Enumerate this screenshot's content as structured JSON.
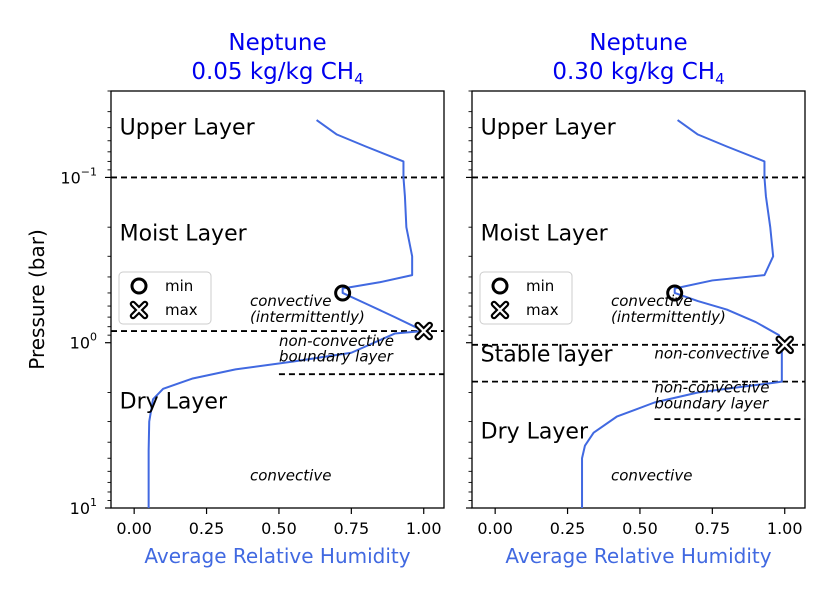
{
  "colors": {
    "title": "#0000ee",
    "curve": "#4169e1",
    "xlabel": "#4169e1",
    "frame": "#000000"
  },
  "chart_data": [
    {
      "type": "line",
      "title_line1": "Neptune",
      "title_line2_prefix": "0.05 kg/kg CH",
      "title_subscript": "4",
      "xlabel": "Average Relative Humidity",
      "ylabel": "Pressure (bar)",
      "xlim": [
        -0.08,
        1.07
      ],
      "ylim": [
        10,
        0.03
      ],
      "yscale": "log",
      "xticks": [
        0.0,
        0.25,
        0.5,
        0.75,
        1.0
      ],
      "xtick_labels": [
        "0.00",
        "0.25",
        "0.50",
        "0.75",
        "1.00"
      ],
      "yticks": [
        {
          "value": 0.1,
          "base": "10",
          "exp": "−1"
        },
        {
          "value": 1,
          "base": "10",
          "exp": "0"
        },
        {
          "value": 10,
          "base": "10",
          "exp": "1"
        }
      ],
      "series": [
        {
          "style": "solid",
          "x": [
            0.05,
            0.05,
            0.052,
            0.065,
            0.1,
            0.2,
            0.35,
            0.55,
            0.75,
            0.9,
            1.0,
            0.9,
            0.8,
            0.72,
            0.72,
            0.85,
            0.96,
            0.96,
            0.94,
            0.935,
            0.93,
            0.93,
            0.8,
            0.7,
            0.63
          ],
          "y": [
            10,
            4.5,
            3.0,
            2.2,
            1.9,
            1.65,
            1.45,
            1.3,
            1.15,
            0.88,
            0.85,
            0.7,
            0.58,
            0.5,
            0.47,
            0.43,
            0.39,
            0.3,
            0.2,
            0.13,
            0.1,
            0.08,
            0.065,
            0.055,
            0.045
          ]
        }
      ],
      "boundaries": [
        {
          "style": "dashed",
          "y": 0.1,
          "x": [
            -0.08,
            1.07
          ]
        },
        {
          "style": "dashed",
          "y": 0.85,
          "x": [
            -0.08,
            1.07
          ]
        },
        {
          "style": "dashed",
          "y": 1.55,
          "x": [
            0.5,
            1.07
          ]
        }
      ],
      "markers": [
        {
          "type": "min",
          "symbol": "circle",
          "x": 0.72,
          "y": 0.5
        },
        {
          "type": "max",
          "symbol": "cross",
          "x": 1.0,
          "y": 0.85
        }
      ],
      "legend": {
        "position": "middle-left",
        "entries": [
          "min",
          "max"
        ]
      },
      "annotations": [
        {
          "text": "Upper Layer",
          "kind": "layer",
          "x": -0.05,
          "y": 0.055
        },
        {
          "text": "Moist Layer",
          "kind": "layer",
          "x": -0.05,
          "y": 0.24
        },
        {
          "text": "Dry Layer",
          "kind": "layer",
          "x": -0.05,
          "y": 2.5
        },
        {
          "text": "convective",
          "kind": "note",
          "x": 0.4,
          "y": 0.6
        },
        {
          "text": "(intermittently)",
          "kind": "note",
          "x": 0.4,
          "y": 0.75
        },
        {
          "text": "non-convective",
          "kind": "note",
          "x": 0.5,
          "y": 1.05
        },
        {
          "text": "boundary layer",
          "kind": "note",
          "x": 0.5,
          "y": 1.3
        },
        {
          "text": "convective",
          "kind": "note",
          "x": 0.4,
          "y": 6.8
        }
      ]
    },
    {
      "type": "line",
      "title_line1": "Neptune",
      "title_line2_prefix": "0.30 kg/kg CH",
      "title_subscript": "4",
      "xlabel": "Average Relative Humidity",
      "ylabel": "",
      "xlim": [
        -0.08,
        1.07
      ],
      "ylim": [
        10,
        0.03
      ],
      "yscale": "log",
      "xticks": [
        0.0,
        0.25,
        0.5,
        0.75,
        1.0
      ],
      "xtick_labels": [
        "0.00",
        "0.25",
        "0.50",
        "0.75",
        "1.00"
      ],
      "yticks": [],
      "series": [
        {
          "style": "solid",
          "x": [
            0.3,
            0.3,
            0.31,
            0.34,
            0.42,
            0.55,
            0.7,
            0.85,
            0.96,
            0.99,
            0.99,
            0.98,
            0.9,
            0.8,
            0.7,
            0.62,
            0.62,
            0.75,
            0.93,
            0.96,
            0.95,
            0.935,
            0.93,
            0.93,
            0.8,
            0.7,
            0.63
          ],
          "y": [
            10,
            5.0,
            4.2,
            3.5,
            2.8,
            2.3,
            2.0,
            1.85,
            1.75,
            1.72,
            1.0,
            0.9,
            0.75,
            0.63,
            0.56,
            0.5,
            0.47,
            0.42,
            0.39,
            0.3,
            0.2,
            0.13,
            0.1,
            0.08,
            0.065,
            0.055,
            0.045
          ]
        }
      ],
      "boundaries": [
        {
          "style": "dashed",
          "y": 0.1,
          "x": [
            -0.08,
            1.07
          ]
        },
        {
          "style": "dashed",
          "y": 1.03,
          "x": [
            -0.08,
            1.07
          ]
        },
        {
          "style": "dashed",
          "y": 1.72,
          "x": [
            -0.08,
            1.07
          ]
        },
        {
          "style": "dashed",
          "y": 2.9,
          "x": [
            0.55,
            1.07
          ]
        }
      ],
      "markers": [
        {
          "type": "min",
          "symbol": "circle",
          "x": 0.62,
          "y": 0.5
        },
        {
          "type": "max",
          "symbol": "cross",
          "x": 1.0,
          "y": 1.03
        }
      ],
      "legend": {
        "position": "middle-left",
        "entries": [
          "min",
          "max"
        ]
      },
      "annotations": [
        {
          "text": "Upper Layer",
          "kind": "layer",
          "x": -0.05,
          "y": 0.055
        },
        {
          "text": "Moist Layer",
          "kind": "layer",
          "x": -0.05,
          "y": 0.24
        },
        {
          "text": "Stable layer",
          "kind": "layer",
          "x": -0.05,
          "y": 1.3
        },
        {
          "text": "Dry Layer",
          "kind": "layer",
          "x": -0.05,
          "y": 3.8
        },
        {
          "text": "convective",
          "kind": "note",
          "x": 0.4,
          "y": 0.6
        },
        {
          "text": "(intermittently)",
          "kind": "note",
          "x": 0.4,
          "y": 0.75
        },
        {
          "text": "non-convective",
          "kind": "note",
          "x": 0.55,
          "y": 1.25
        },
        {
          "text": "non-convective",
          "kind": "note",
          "x": 0.55,
          "y": 2.0
        },
        {
          "text": "boundary layer",
          "kind": "note",
          "x": 0.55,
          "y": 2.5
        },
        {
          "text": "convective",
          "kind": "note",
          "x": 0.4,
          "y": 6.8
        }
      ]
    }
  ]
}
